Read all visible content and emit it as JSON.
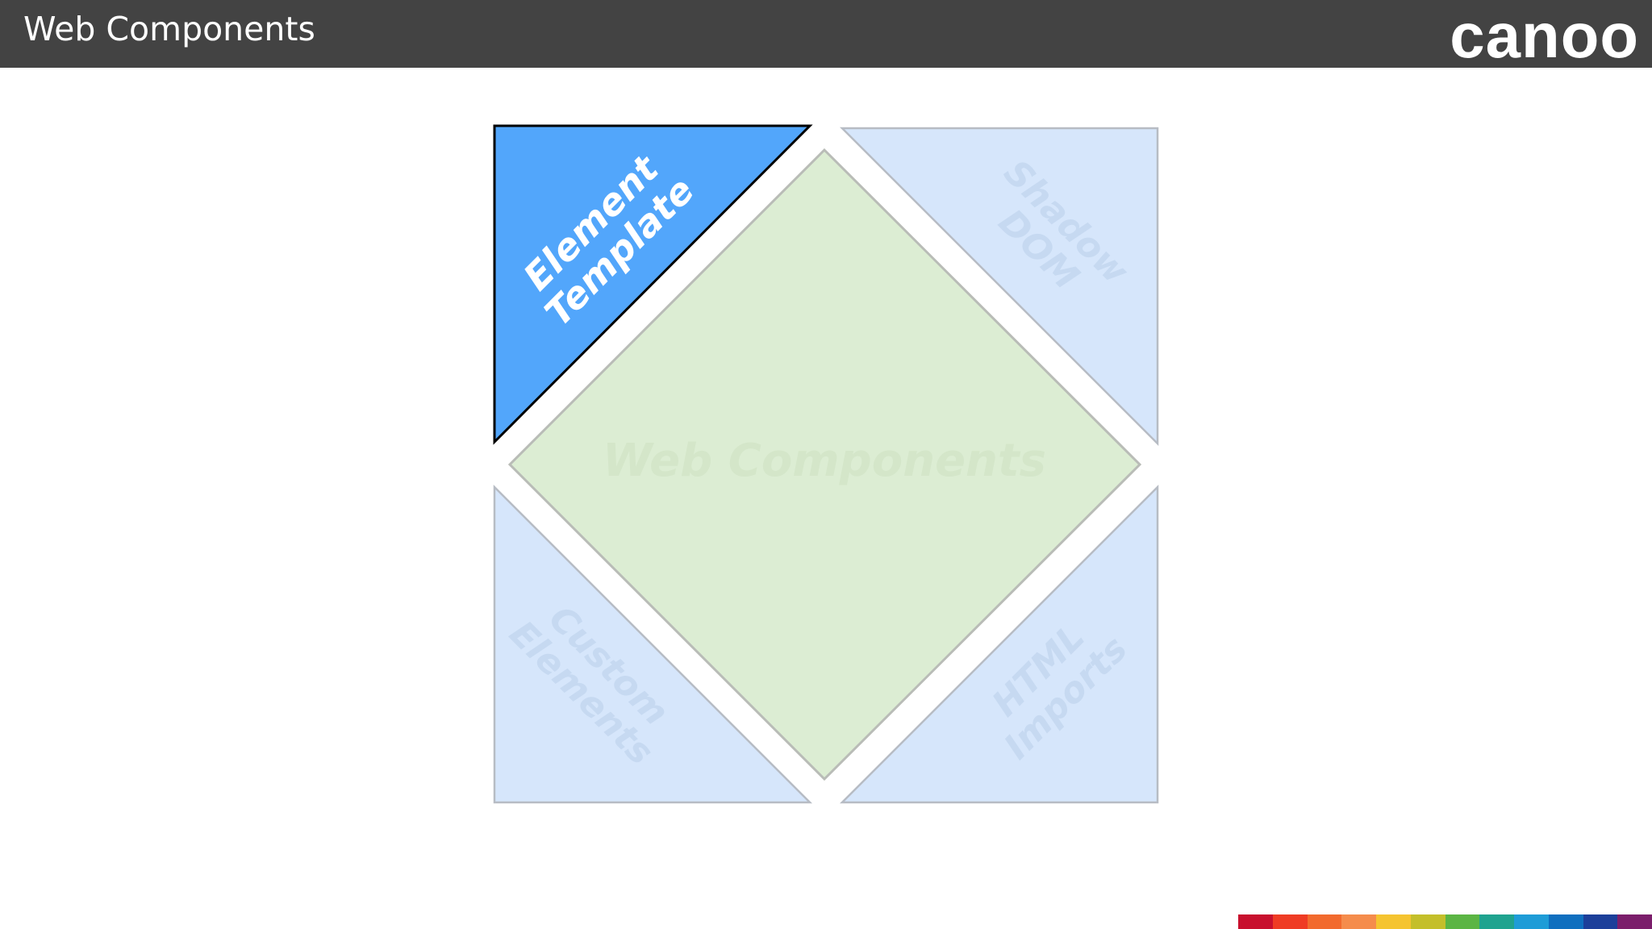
{
  "header": {
    "title": "Web Components",
    "logo_text": "canoo"
  },
  "diagram": {
    "center_label": "Web Components",
    "highlighted": "Element Template",
    "pieces": {
      "element_template": [
        "Element",
        "Template"
      ],
      "shadow_dom": [
        "Shadow",
        "DOM"
      ],
      "custom_elements": [
        "Custom",
        "Elements"
      ],
      "html_imports": [
        "HTML",
        "Imports"
      ]
    }
  },
  "colors": {
    "header_bg": "#434343",
    "highlight_fill": "#52a6fb",
    "highlight_stroke": "#000000",
    "dim_piece_fill": "#d6e6fb",
    "dim_piece_stroke": "#b7bcc4",
    "center_fill": "#dcedd3",
    "center_stroke": "#b9bcb7",
    "stripe": [
      "#c8102e",
      "#ef3b24",
      "#f26a2e",
      "#f58c4c",
      "#f5c430",
      "#c4bf2a",
      "#5bb544",
      "#1fa38f",
      "#1e9cd7",
      "#0f6fbf",
      "#1c3f9a",
      "#7b1e6b"
    ]
  }
}
